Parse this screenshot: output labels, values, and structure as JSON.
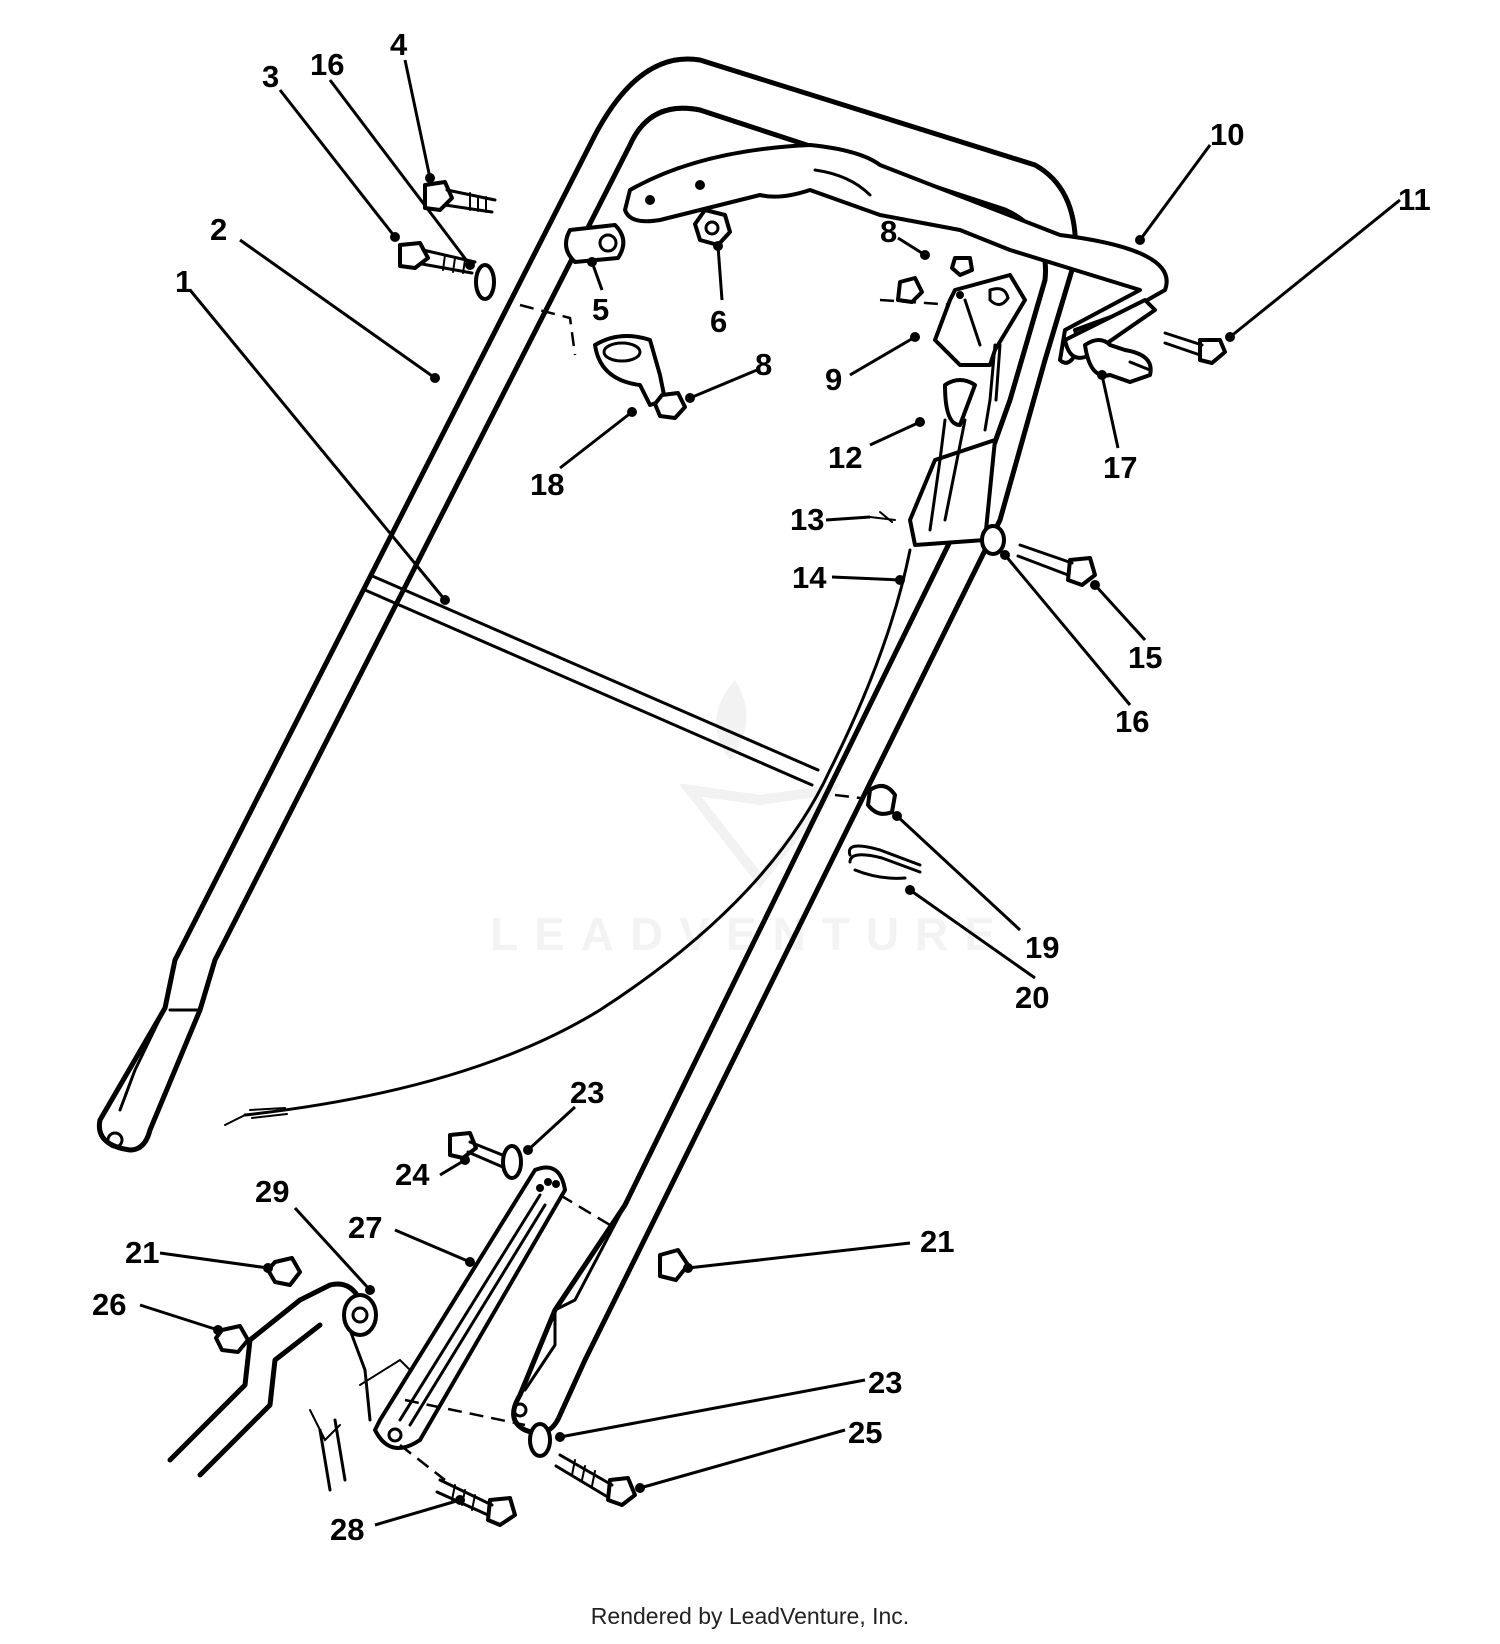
{
  "footer": "Rendered by LeadVenture, Inc.",
  "watermark": "LEADVENTURE",
  "callouts": [
    {
      "id": "c1",
      "label": "1"
    },
    {
      "id": "c2",
      "label": "2"
    },
    {
      "id": "c3",
      "label": "3"
    },
    {
      "id": "c4",
      "label": "4"
    },
    {
      "id": "c5",
      "label": "5"
    },
    {
      "id": "c6",
      "label": "6"
    },
    {
      "id": "c8a",
      "label": "8"
    },
    {
      "id": "c8b",
      "label": "8"
    },
    {
      "id": "c9",
      "label": "9"
    },
    {
      "id": "c10",
      "label": "10"
    },
    {
      "id": "c11",
      "label": "11"
    },
    {
      "id": "c12",
      "label": "12"
    },
    {
      "id": "c13",
      "label": "13"
    },
    {
      "id": "c14",
      "label": "14"
    },
    {
      "id": "c15",
      "label": "15"
    },
    {
      "id": "c16a",
      "label": "16"
    },
    {
      "id": "c16b",
      "label": "16"
    },
    {
      "id": "c17",
      "label": "17"
    },
    {
      "id": "c18",
      "label": "18"
    },
    {
      "id": "c19",
      "label": "19"
    },
    {
      "id": "c20",
      "label": "20"
    },
    {
      "id": "c21a",
      "label": "21"
    },
    {
      "id": "c21b",
      "label": "21"
    },
    {
      "id": "c23a",
      "label": "23"
    },
    {
      "id": "c23b",
      "label": "23"
    },
    {
      "id": "c24",
      "label": "24"
    },
    {
      "id": "c25",
      "label": "25"
    },
    {
      "id": "c26",
      "label": "26"
    },
    {
      "id": "c27",
      "label": "27"
    },
    {
      "id": "c28",
      "label": "28"
    },
    {
      "id": "c29",
      "label": "29"
    }
  ]
}
